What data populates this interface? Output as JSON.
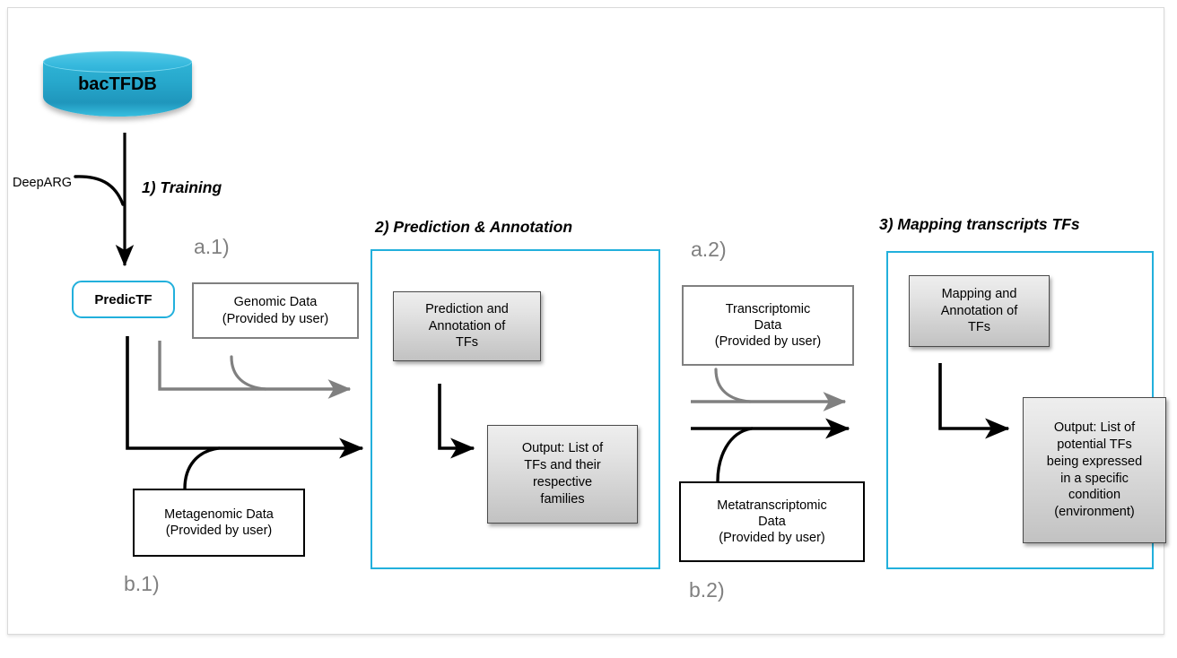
{
  "diagram": {
    "title_steps": {
      "step1": "1) Training",
      "step2": "2) Prediction & Annotation",
      "step3": "3) Mapping transcripts TFs"
    },
    "database": {
      "name": "bacTFDB",
      "color": "#27a8cc"
    },
    "tool_labels": {
      "deeparg": "DeepARG",
      "predictf": "PredicTF"
    },
    "branch_labels": {
      "a1": "a.1)",
      "b1": "b.1)",
      "a2": "a.2)",
      "b2": "b.2)"
    },
    "inputs": {
      "genomic": {
        "line1": "Genomic Data",
        "line2": "(Provided by user)",
        "border_color": "#808080"
      },
      "metagenomic": {
        "line1": "Metagenomic Data",
        "line2": "(Provided by user)",
        "border_color": "#000000"
      },
      "transcriptomic": {
        "line1": "Transcriptomic",
        "line2": "Data",
        "line3": "(Provided by user)",
        "border_color": "#808080"
      },
      "metatranscriptomic": {
        "line1": "Metatranscriptomic",
        "line2": "Data",
        "line3": "(Provided by user)",
        "border_color": "#000000"
      }
    },
    "panel2": {
      "process": {
        "line1": "Prediction and",
        "line2": "Annotation of",
        "line3": "TFs"
      },
      "output": {
        "line1": "Output: List of",
        "line2": "TFs and their",
        "line3": "respective",
        "line4": "families"
      }
    },
    "panel3": {
      "process": {
        "line1": "Mapping and",
        "line2": "Annotation of",
        "line3": "TFs"
      },
      "output": {
        "line1": "Output: List of",
        "line2": "potential TFs",
        "line3": "being expressed",
        "line4": "in a specific",
        "line5": "condition",
        "line6": "(environment)"
      }
    },
    "colors": {
      "accent_cyan": "#22b0dc",
      "gray_arrow": "#808080",
      "black_arrow": "#000000"
    }
  }
}
